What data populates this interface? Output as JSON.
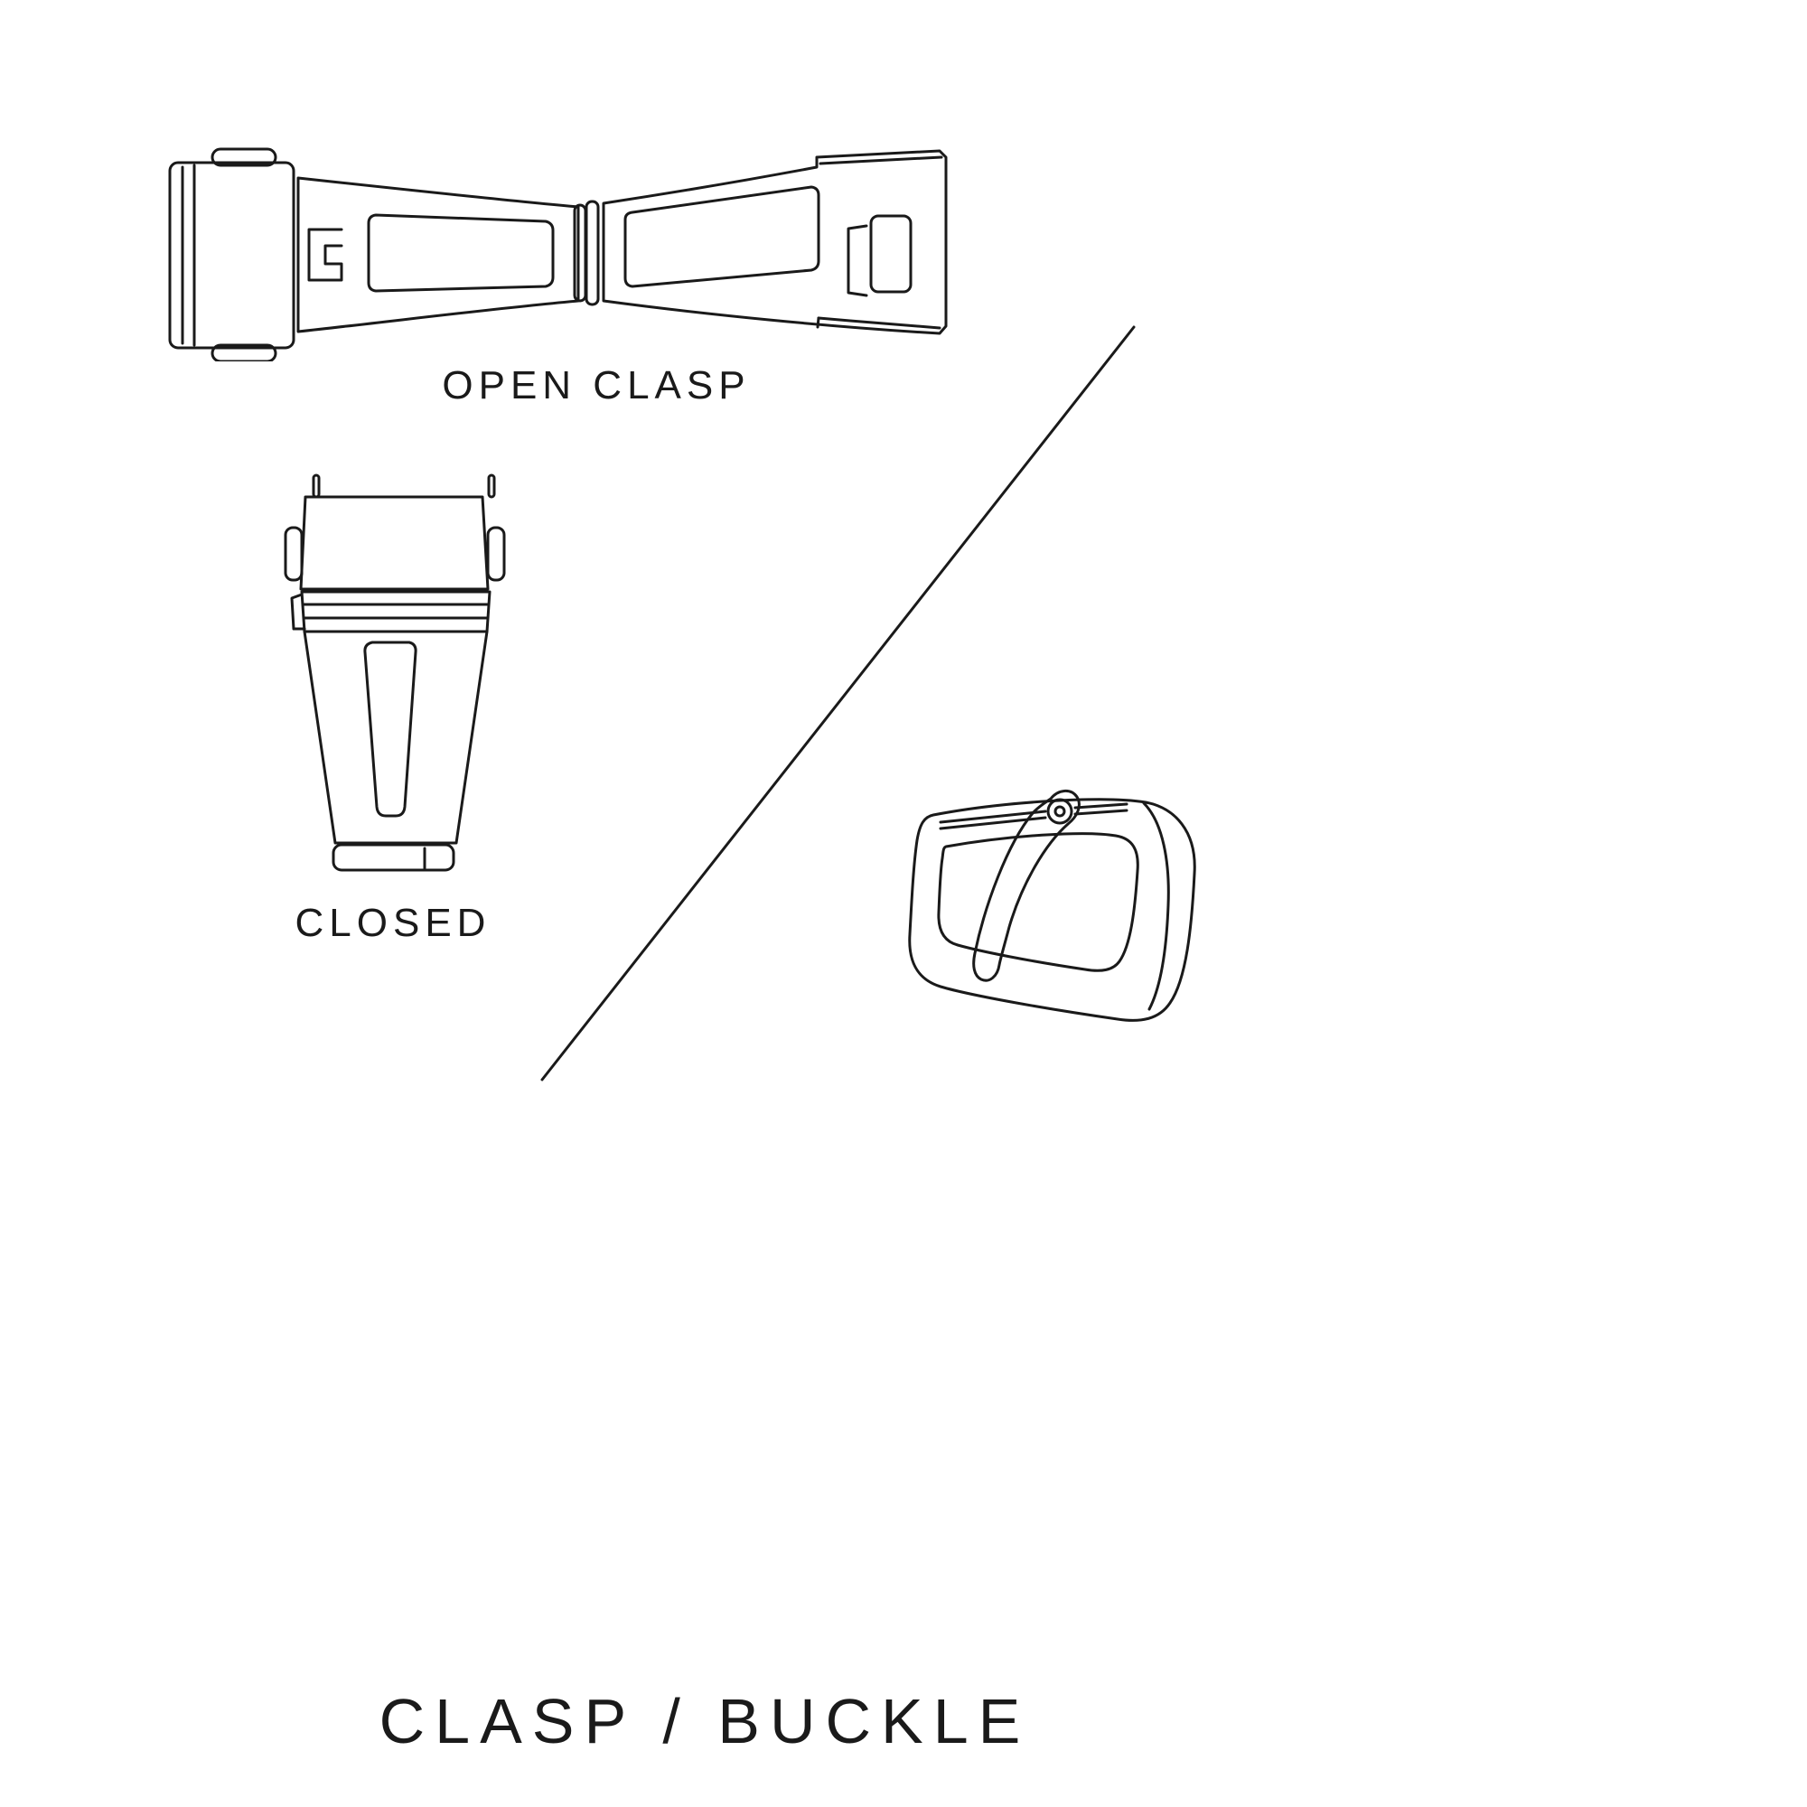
{
  "page": {
    "background": "#ffffff",
    "line_color": "#1a1a1a"
  },
  "title": "CLASP / BUCKLE",
  "figures": {
    "open_clasp": {
      "label": "OPEN CLASP"
    },
    "closed_clasp": {
      "label": "CLOSED"
    },
    "buckle": {
      "label": ""
    }
  }
}
